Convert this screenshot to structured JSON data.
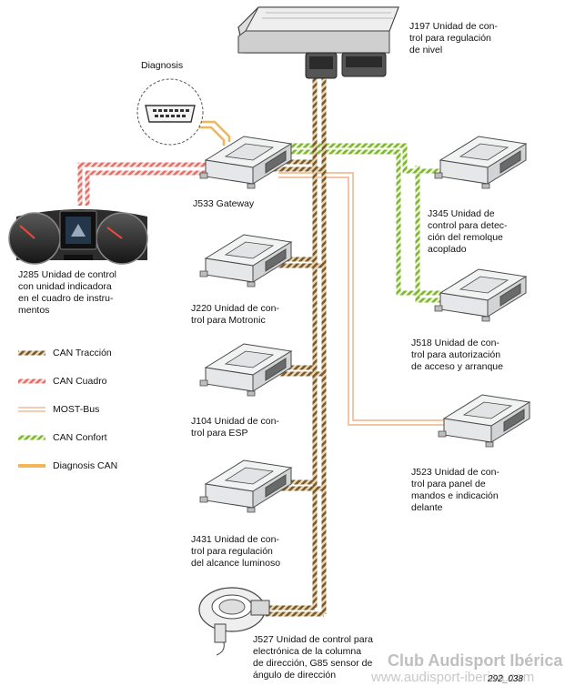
{
  "colors": {
    "can_traccion": "#9a7a42",
    "can_cuadro": "#e07f78",
    "most_bus": "#f3c5a6",
    "can_confort": "#8cbf3c",
    "diagnosis_can": "#f2b65a",
    "module_fill": "#e6e7e8",
    "module_stroke": "#4a4a4a"
  },
  "components": {
    "j197": "J197 Unidad de con-\ntrol para regulación\nde nivel",
    "diagnosis": "Diagnosis",
    "j533": "J533 Gateway",
    "j285": "J285 Unidad de control\ncon unidad indicadora\nen el cuadro de instru-\nmentos",
    "j220": "J220 Unidad de con-\ntrol para Motronic",
    "j104": "J104 Unidad de con-\ntrol para ESP",
    "j431": "J431 Unidad de con-\ntrol para regulación\ndel alcance luminoso",
    "j527": "J527 Unidad de control para\nelectrónica de la columna\nde dirección, G85 sensor de\nángulo de dirección",
    "j345": "J345 Unidad de\ncontrol para detec-\nción del remolque\nacoplado",
    "j518": "J518 Unidad de con-\ntrol para autorización\nde acceso y arranque",
    "j523": "J523 Unidad de con-\ntrol para panel de\nmandos e indicación\ndelante"
  },
  "legend": [
    {
      "label": "CAN Tracción",
      "style": "can_traccion"
    },
    {
      "label": "CAN Cuadro",
      "style": "can_cuadro"
    },
    {
      "label": "MOST-Bus",
      "style": "most_bus"
    },
    {
      "label": "CAN Confort",
      "style": "can_confort"
    },
    {
      "label": "Diagnosis CAN",
      "style": "diagnosis_can"
    }
  ],
  "watermark": {
    "name": "Club Audisport Ibérica",
    "url": "www.audisport-iberica.com"
  },
  "figure_number": "292_038"
}
